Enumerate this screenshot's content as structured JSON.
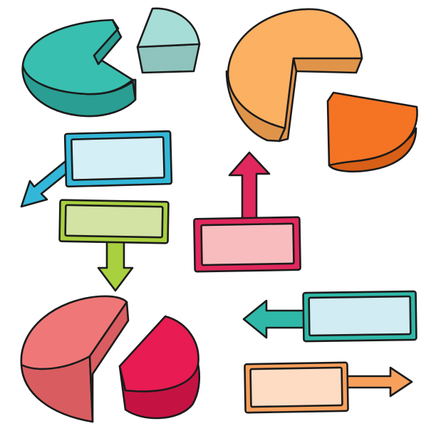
{
  "illustration": {
    "subject": "",
    "palette": {
      "teal": "#38bfb0",
      "teal_side": "#2a9e93",
      "mint": "#a6ddd6",
      "mint_side": "#8ec4bd",
      "orange_light": "#fbb062",
      "orange_side": "#e0944a",
      "orange_dark": "#f47424",
      "orange_dark_side": "#d85f17",
      "cyan": "#33b7d9",
      "cyan_inner": "#d4eff5",
      "lime": "#a9d03f",
      "lime_inner": "#d2e3a3",
      "crimson": "#e0285c",
      "pink_inner": "#f8bcbf",
      "salmon": "#f07777",
      "salmon_side": "#d95d60",
      "magenta": "#e81b52",
      "magenta_side": "#c41343",
      "aqua": "#2fb8a8",
      "aqua_inner": "#d1ecf2",
      "peach": "#f7a05c",
      "peach_inner": "#fddcc3",
      "outline": "#1b1b1b"
    },
    "elements": [
      {
        "name": "teal-pie-chart",
        "kind": "pie-with-missing-slice",
        "color": "teal"
      },
      {
        "name": "mint-pie-slice",
        "kind": "pie-slice",
        "color": "mint"
      },
      {
        "name": "orange-pie-chart",
        "kind": "pie-with-missing-slice",
        "color": "orange_light"
      },
      {
        "name": "orange-pie-slice",
        "kind": "pie-slice",
        "color": "orange_dark"
      },
      {
        "name": "cyan-box-arrow-down-left",
        "kind": "text-box-with-arrow",
        "direction": "down-left",
        "color": "cyan"
      },
      {
        "name": "lime-box-arrow-down",
        "kind": "text-box-with-arrow",
        "direction": "down",
        "color": "lime"
      },
      {
        "name": "crimson-box-arrow-up",
        "kind": "text-box-with-arrow",
        "direction": "up",
        "color": "crimson"
      },
      {
        "name": "salmon-pie-chart",
        "kind": "pie-with-missing-slice",
        "color": "salmon"
      },
      {
        "name": "magenta-pie-slice",
        "kind": "pie-slice",
        "color": "magenta"
      },
      {
        "name": "aqua-box-arrow-left",
        "kind": "text-box-with-arrow",
        "direction": "left",
        "color": "aqua"
      },
      {
        "name": "peach-box-arrow-right",
        "kind": "text-box-with-arrow",
        "direction": "right",
        "color": "peach"
      }
    ]
  }
}
